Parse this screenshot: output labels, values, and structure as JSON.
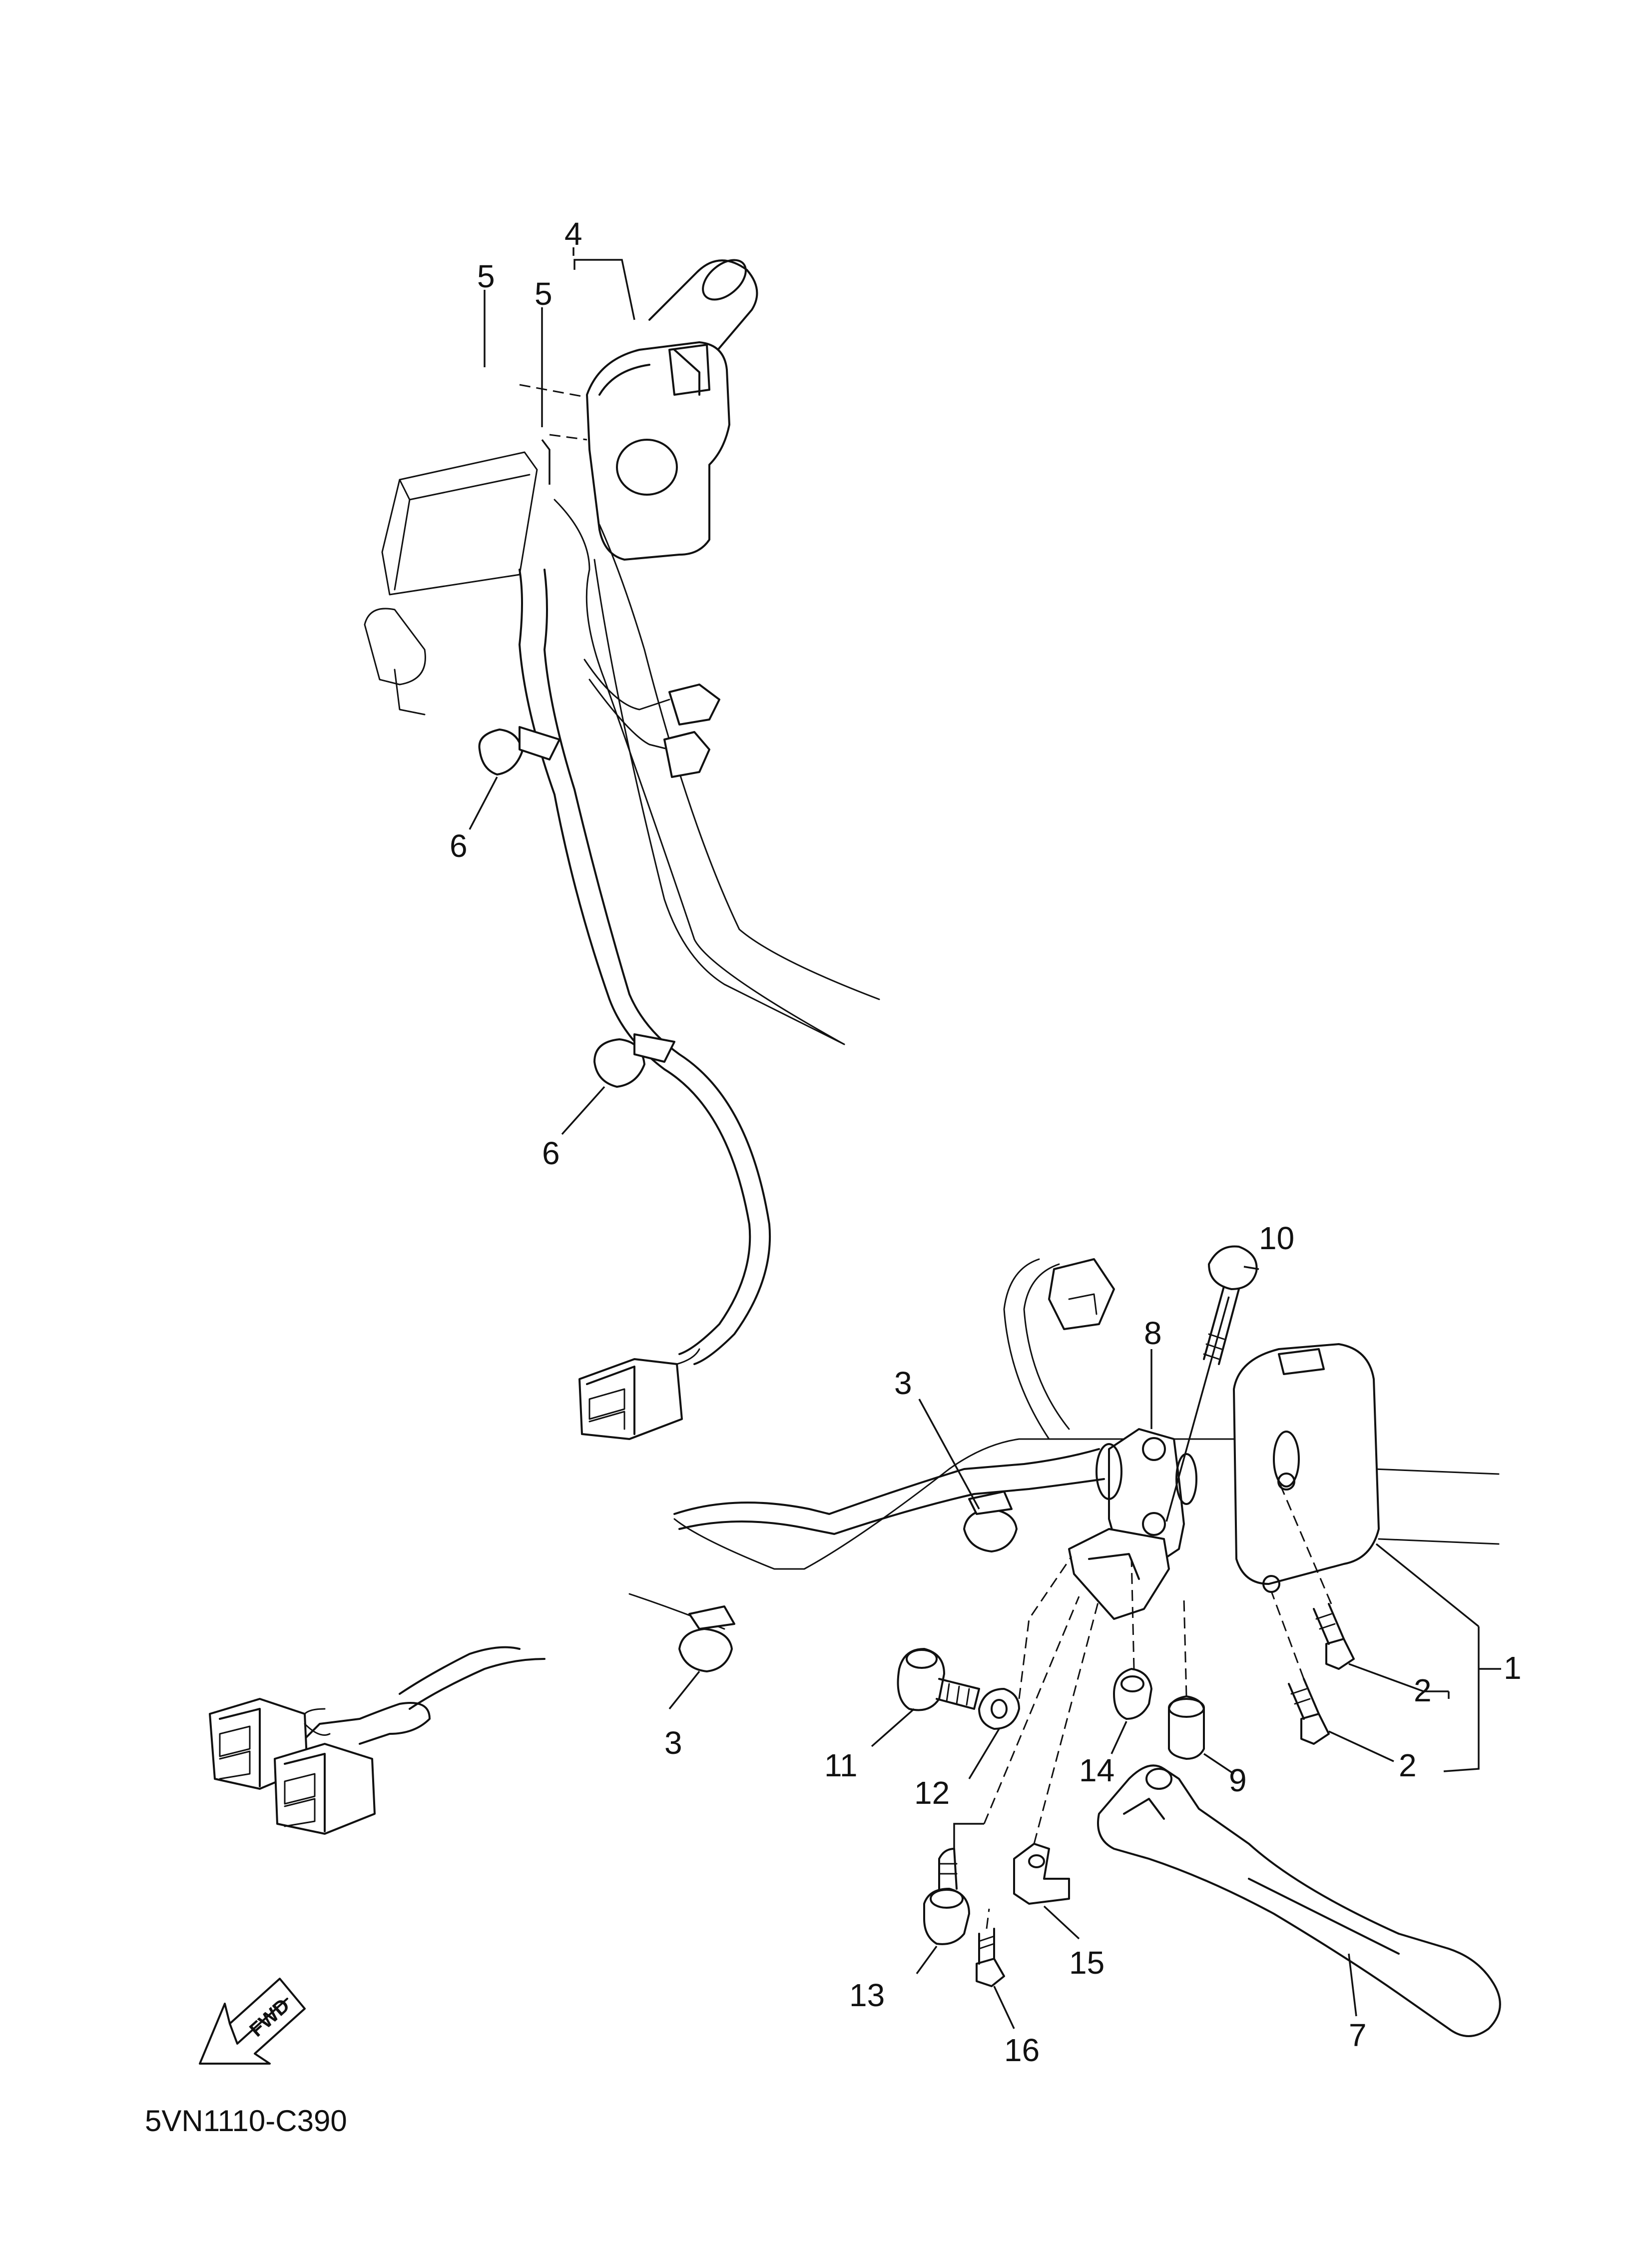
{
  "figure": {
    "code": "5VN1110-C390",
    "fwd_label": "FWD"
  },
  "callouts": [
    "1",
    "2",
    "2",
    "3",
    "3",
    "4",
    "5",
    "5",
    "6",
    "6",
    "7",
    "8",
    "9",
    "10",
    "11",
    "12",
    "13",
    "14",
    "15",
    "16"
  ],
  "colors": {
    "line": "#111111",
    "background": "#ffffff"
  }
}
